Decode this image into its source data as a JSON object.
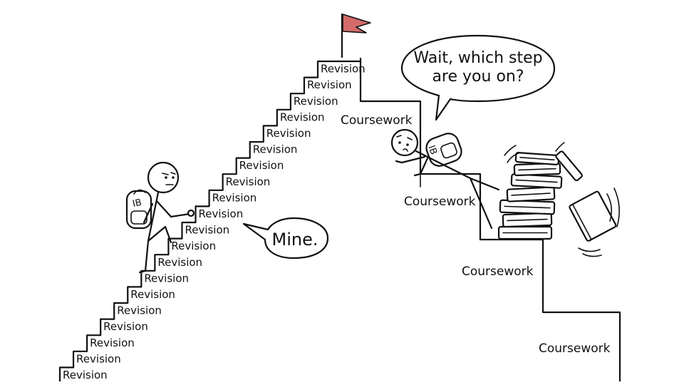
{
  "staircase_left": {
    "step_label": "Revision",
    "step_count": 20
  },
  "staircase_right": {
    "step_labels": [
      "Coursework",
      "Coursework",
      "Coursework",
      "Coursework"
    ]
  },
  "bubbles": {
    "right_speech": [
      "Wait, which step",
      "are you on?"
    ],
    "left_speech": "Mine."
  },
  "backpack_label": "IB",
  "colors": {
    "ink": "#111111",
    "flag": "#d46a6a",
    "background": "#ffffff"
  }
}
